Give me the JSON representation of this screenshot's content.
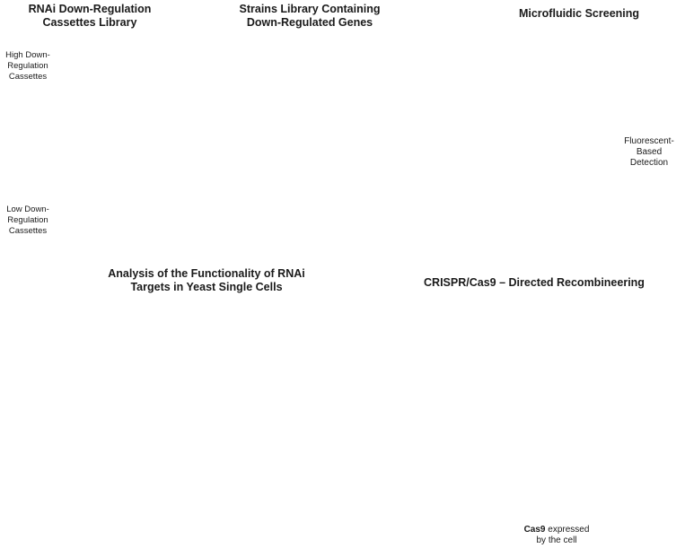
{
  "panel1": {
    "title": [
      "RNAi Down-Regulation",
      "Cassettes Library"
    ],
    "high_label": [
      "High Down-",
      "Regulation",
      "Cassettes"
    ],
    "low_label": [
      "Low Down-",
      "Regulation",
      "Cassettes"
    ]
  },
  "panel2": {
    "title": [
      "Strains Library Containing",
      "Down-Regulated Genes"
    ]
  },
  "panel3": {
    "title": "Microfluidic Screening",
    "detection_label": [
      "Fluorescent-",
      "Based",
      "Detection"
    ]
  },
  "panel4": {
    "title": [
      "Analysis of the Functionality of RNAi",
      "Targets in Yeast Single Cells"
    ]
  },
  "panel5": {
    "title": "CRISPR/Cas9 – Directed Recombineering",
    "cas9_bold": "Cas9",
    "cas9_rest": " expressed",
    "cas9_line2": "by the cell"
  },
  "colors": {
    "arrow": "#3a3a3a",
    "yeast_tan": "#e9c9a6",
    "cell_bg": "#f2e4a8",
    "trace_red": "#c9403f",
    "chip_red": "#e05050",
    "laser_red": "#d9342f",
    "laser_blue": "#2a5cb8"
  }
}
